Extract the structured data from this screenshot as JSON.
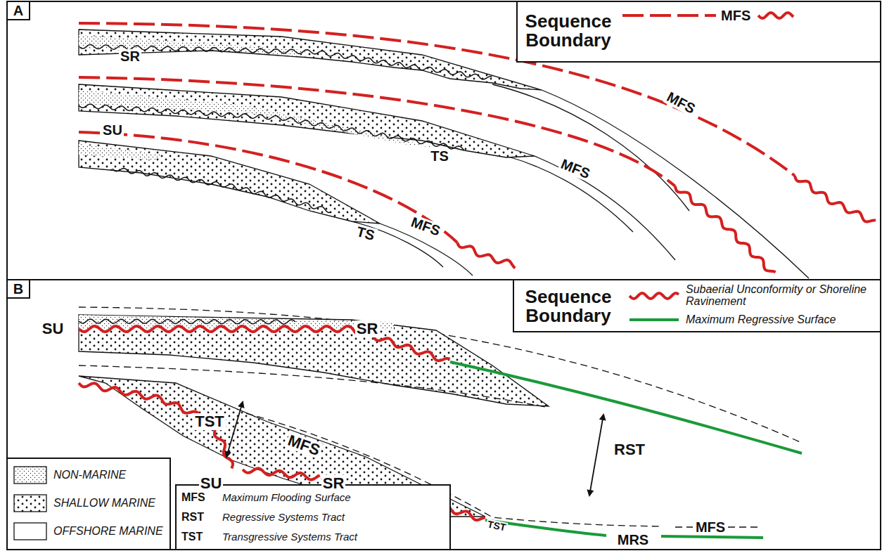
{
  "diagram": {
    "labels": [
      "A",
      "Sequence Boundary",
      "SR",
      "SU",
      "MFS",
      "MFS",
      "TS",
      "TS",
      "MFS",
      "B",
      "Sequence Boundary",
      "SU",
      "SR",
      "TST",
      "SU",
      "SR",
      "MFS",
      "RST",
      "TST",
      "MRS",
      "MFS",
      "MFS",
      "Maximum Flooding Surface",
      "RST",
      "Regressive Systems Tract",
      "TST",
      "Transgressive Systems Tract"
    ],
    "legend": [
      {
        "text": "MFS"
      },
      {
        "text": "Subaerial Unconformity or Shoreline Ravinement"
      },
      {
        "text": "Maximum Regressive Surface"
      },
      {
        "text": "NON-MARINE"
      },
      {
        "text": "SHALLOW MARINE"
      },
      {
        "text": "OFFSHORE MARINE"
      }
    ]
  }
}
